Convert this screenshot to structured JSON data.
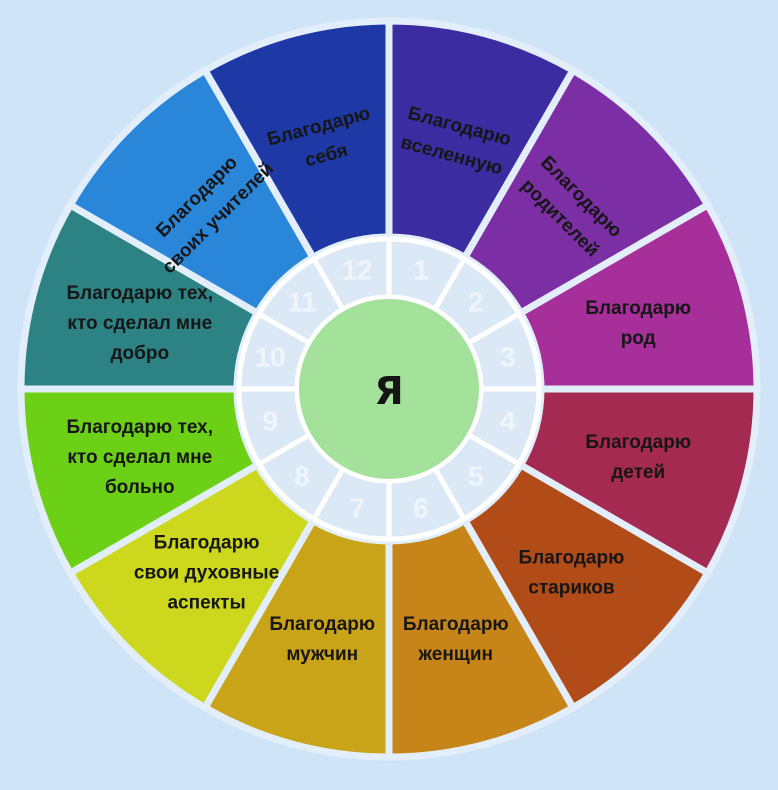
{
  "center": {
    "label": "Я",
    "color": "#a4e19a"
  },
  "ring_color": "#d6e6f6",
  "gap_color": "#e2eefa",
  "segments": [
    {
      "number": "1",
      "lines": [
        "Благодарю",
        "вселенную"
      ],
      "color": "#3b2da1"
    },
    {
      "number": "2",
      "lines": [
        "Благодарю",
        "родителей"
      ],
      "color": "#7c2fa5"
    },
    {
      "number": "3",
      "lines": [
        "Благодарю",
        "род"
      ],
      "color": "#a62f9a"
    },
    {
      "number": "4",
      "lines": [
        "Благодарю",
        "детей"
      ],
      "color": "#a52a52"
    },
    {
      "number": "5",
      "lines": [
        "Благодарю",
        "стариков"
      ],
      "color": "#b14b17"
    },
    {
      "number": "6",
      "lines": [
        "Благодарю",
        "женщин"
      ],
      "color": "#c68419"
    },
    {
      "number": "7",
      "lines": [
        "Благодарю",
        "мужчин"
      ],
      "color": "#c9a318"
    },
    {
      "number": "8",
      "lines": [
        "Благодарю",
        "свои духовные",
        "аспекты"
      ],
      "color": "#ccd71e"
    },
    {
      "number": "9",
      "lines": [
        "Благодарю тех,",
        "кто сделал мне",
        "больно"
      ],
      "color": "#6cd016"
    },
    {
      "number": "10",
      "lines": [
        "Благодарю тех,",
        "кто сделал мне",
        "добро"
      ],
      "color": "#2d8384"
    },
    {
      "number": "11",
      "lines": [
        "Благодарю",
        "своих учителей"
      ],
      "color": "#2a86d9"
    },
    {
      "number": "12",
      "lines": [
        "Благодарю",
        "себя"
      ],
      "color": "#1e39a6"
    }
  ]
}
